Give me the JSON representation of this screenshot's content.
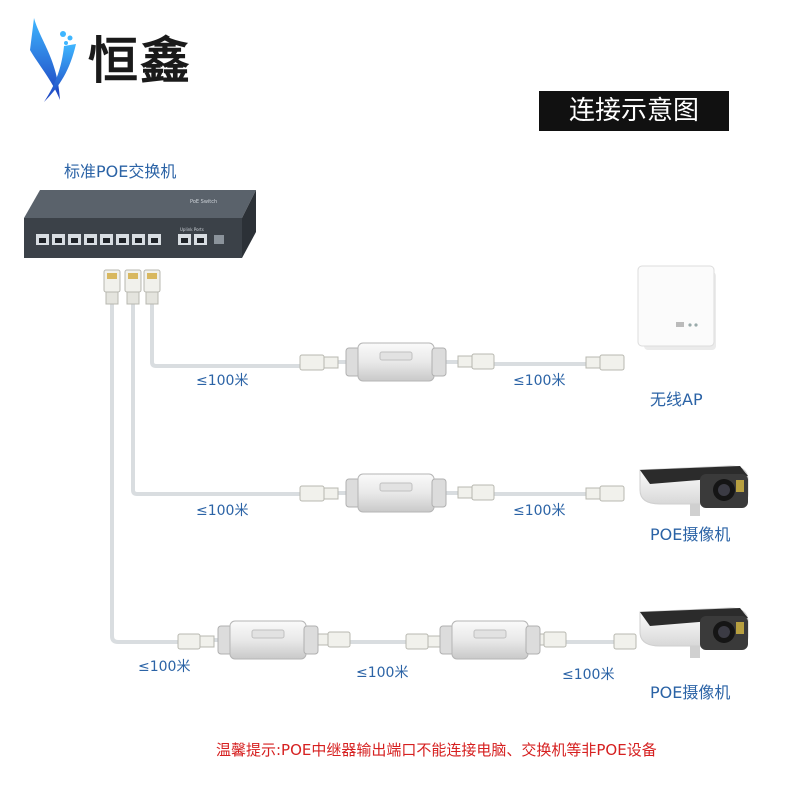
{
  "logo": {
    "text": "恒鑫"
  },
  "title": "连接示意图",
  "switch": {
    "label": "标准POE交换机",
    "brand_label": "PoE Switch",
    "uplink_label": "Uplink Ports"
  },
  "devices": {
    "ap": "无线AP",
    "camera1": "POE摄像机",
    "camera2": "POE摄像机"
  },
  "distances": {
    "row1_left": "≤100米",
    "row1_right": "≤100米",
    "row2_left": "≤100米",
    "row2_right": "≤100米",
    "row3_left": "≤100米",
    "row3_mid": "≤100米",
    "row3_right": "≤100米"
  },
  "note": "温馨提示:POE中继器输出端口不能连接电脑、交换机等非POE设备",
  "colors": {
    "label_blue": "#2b63a6",
    "note_red": "#d62020",
    "cable": "#d9dde0",
    "switch_body": "#3b4148"
  }
}
